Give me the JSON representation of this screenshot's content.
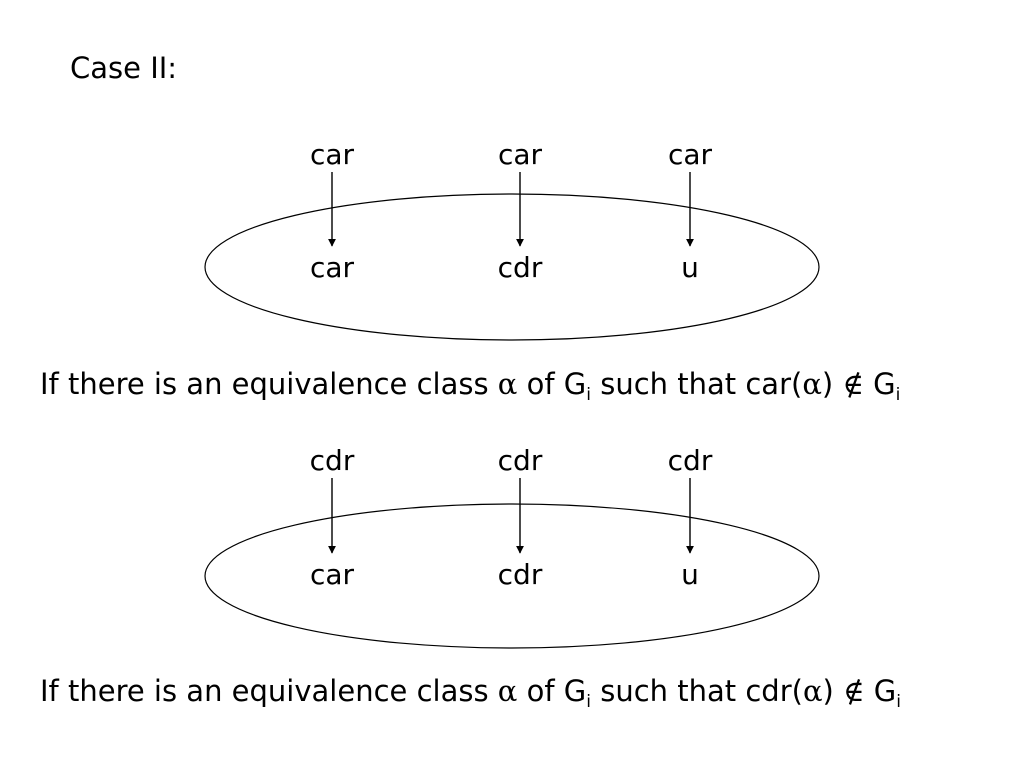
{
  "slide": {
    "title": "Case II:"
  },
  "diagram1": {
    "top_labels": [
      "car",
      "car",
      "car"
    ],
    "bottom_labels": [
      "car",
      "cdr",
      "u"
    ],
    "caption": {
      "prefix": "If there is an equivalence class ",
      "alpha": "α",
      "of_text": " of G",
      "sub_i": "i",
      "such_that": " such that car(",
      "alpha2": "α",
      "close": ") ",
      "notin": "∉",
      "g": " G",
      "sub_i2": "i"
    }
  },
  "diagram2": {
    "top_labels": [
      "cdr",
      "cdr",
      "cdr"
    ],
    "bottom_labels": [
      "car",
      "cdr",
      "u"
    ],
    "caption": {
      "prefix": "If there is an equivalence class ",
      "alpha": "α",
      "of_text": " of G",
      "sub_i": "i",
      "such_that": " such that cdr(",
      "alpha2": "α",
      "close": ") ",
      "notin": "∉",
      "g": " G",
      "sub_i2": "i"
    }
  }
}
